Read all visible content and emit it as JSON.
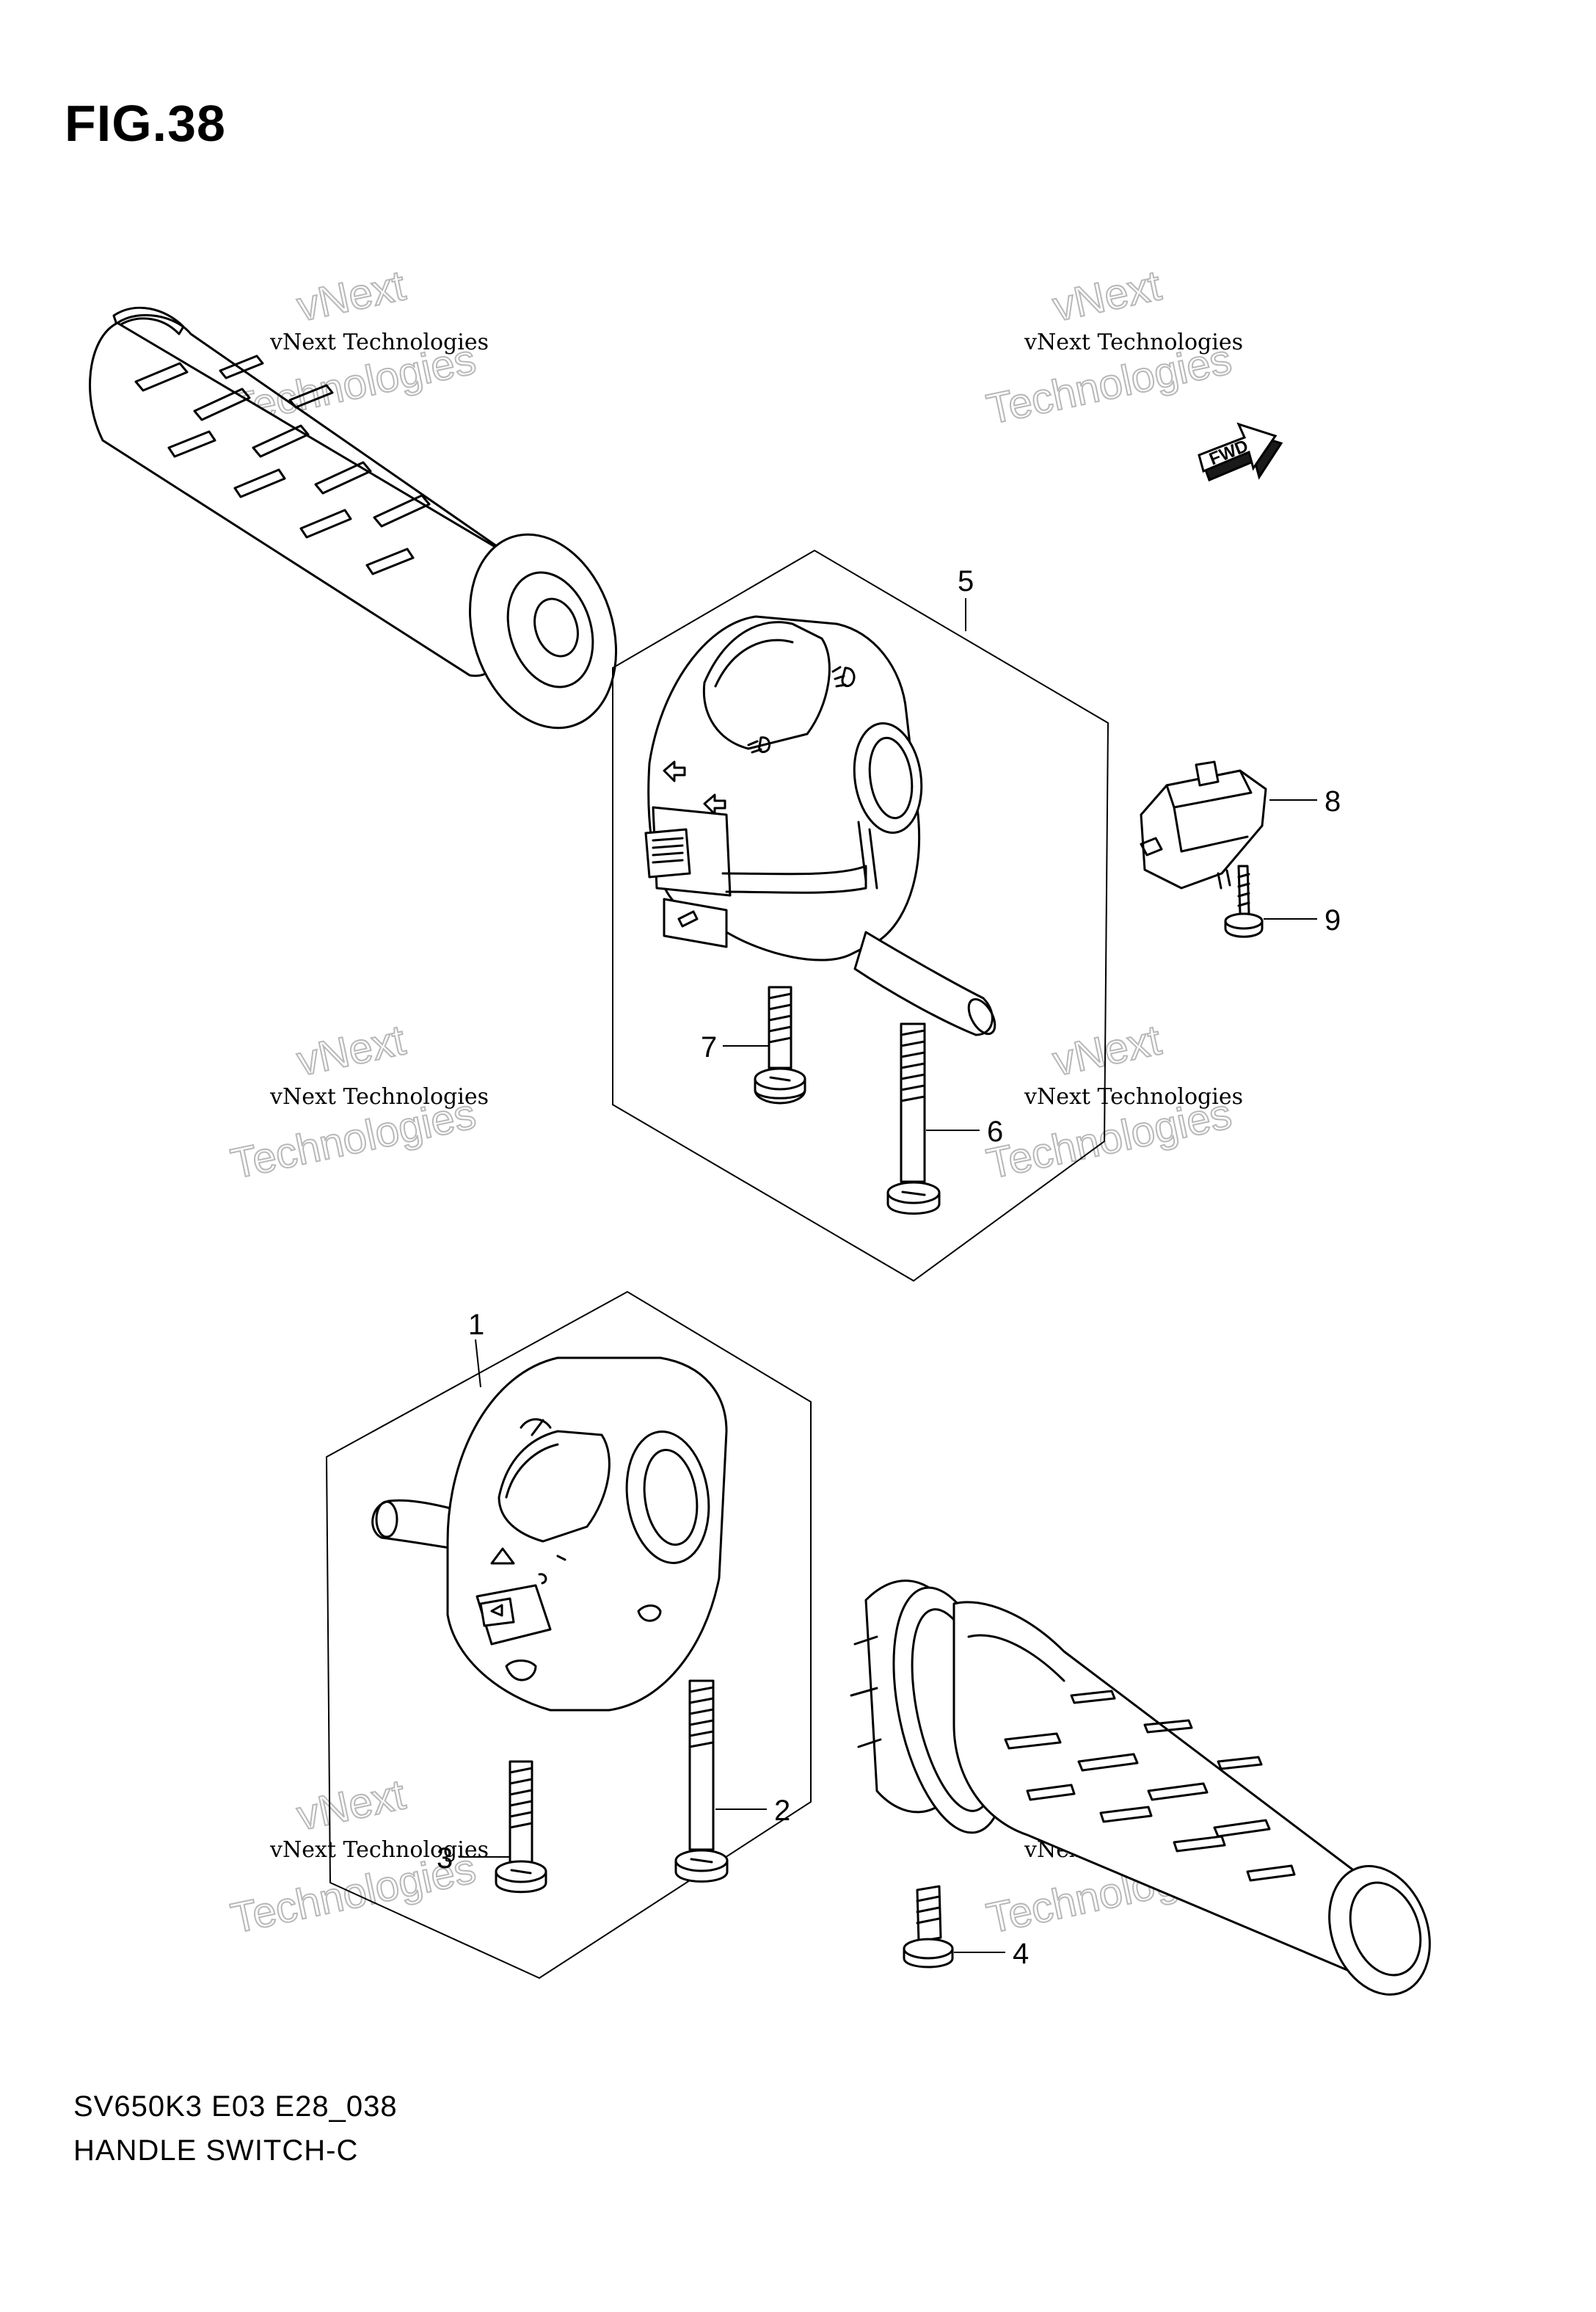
{
  "figure": {
    "title": "FIG.38"
  },
  "footer": {
    "model_code": "SV650K3 E03 E28_038",
    "diagram_name": "HANDLE SWITCH-C"
  },
  "direction_tag": "FWD",
  "watermark": {
    "line1": "vNext Technologies",
    "line2": "vNext",
    "line3": "Technologies"
  },
  "callouts": {
    "p1": "1",
    "p2": "2",
    "p3": "3",
    "p4": "4",
    "p5": "5",
    "p6": "6",
    "p7": "7",
    "p8": "8",
    "p9": "9"
  },
  "colors": {
    "line": "#000000",
    "background": "#ffffff",
    "watermark_outline": "#b8b8b8"
  }
}
